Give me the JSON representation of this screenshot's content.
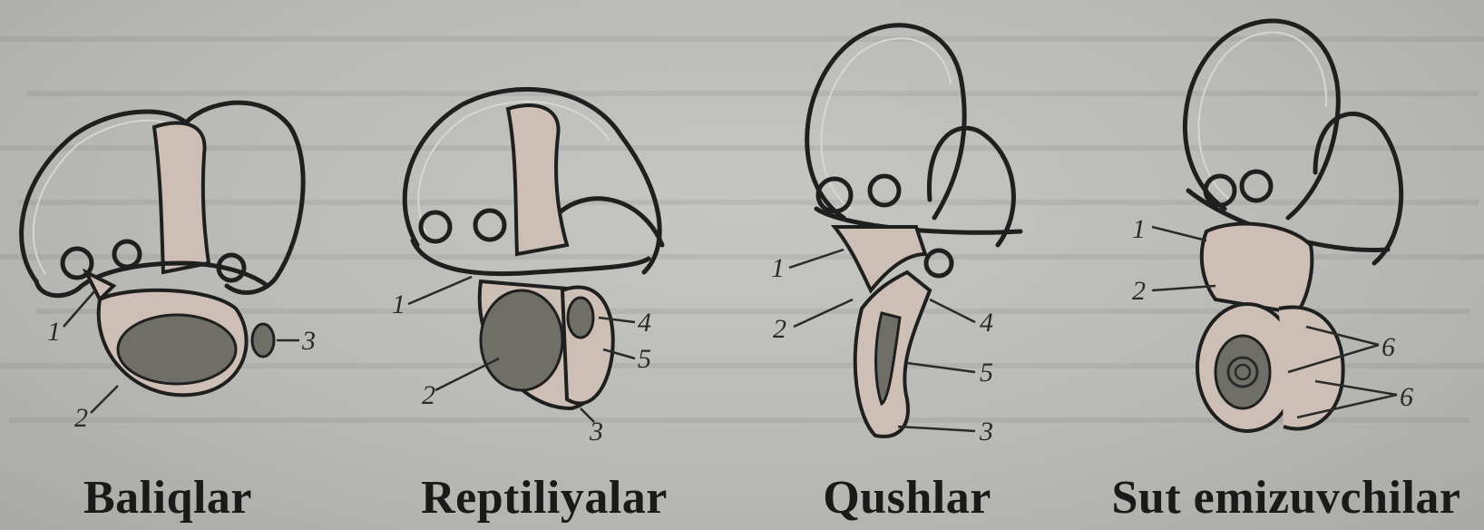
{
  "captions": {
    "fish": "Baliqlar",
    "reptiles": "Reptiliyalar",
    "birds": "Qushlar",
    "mammals": "Sut emizuvchilar"
  },
  "labels": {
    "fish": [
      "1",
      "2",
      "3"
    ],
    "reptiles": [
      "1",
      "2",
      "3",
      "4",
      "5"
    ],
    "birds": [
      "1",
      "2",
      "3",
      "4",
      "5"
    ],
    "mammals": [
      "1",
      "2",
      "6",
      "6"
    ]
  }
}
